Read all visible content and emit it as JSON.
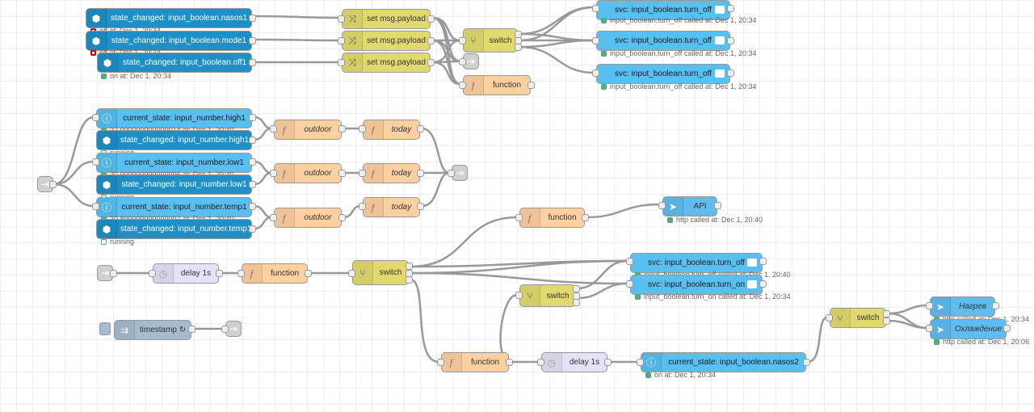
{
  "colors": {
    "ha_event": "#1f8fc7",
    "ha_state": "#57c0f0",
    "change_switch": "#e2d96e",
    "function": "#fdd0a2",
    "delay": "#e6e0f8",
    "link": "#dddddd",
    "inject": "#a6bbcf",
    "http": "#5ebdee",
    "status_green": "#55aa88",
    "status_red": "#cc0000"
  },
  "nodes": {
    "ev_nasos1": "state_changed: input_boolean.nasos1",
    "ev_mode1": "state_changed: input_boolean.mode1",
    "ev_off1": "state_changed: input_boolean.off1",
    "set1": "set msg.payload",
    "set2": "set msg.payload",
    "set3": "set msg.payload",
    "switch1": "switch",
    "function1": "function",
    "svc_off1": "svc: input_boolean.turn_off",
    "svc_off2": "svc: input_boolean.turn_off",
    "svc_off3": "svc: input_boolean.turn_off",
    "cs_high1": "current_state: input_number.high1",
    "ev_high1": "state_changed: input_number.high1",
    "cs_low1": "current_state: input_number.low1",
    "ev_low1": "state_changed: input_number.low1",
    "cs_temp1": "current_state: input_number.temp1",
    "ev_temp1": "state_changed: input_number.temp1",
    "outdoor1": "outdoor",
    "outdoor2": "outdoor",
    "outdoor3": "outdoor",
    "today1": "today",
    "today2": "today",
    "today3": "today",
    "function_api": "function",
    "api": "API",
    "delay1": "delay 1s",
    "function2": "function",
    "switch2": "switch",
    "switch3": "switch",
    "svc_off4": "svc: input_boolean.turn_off",
    "svc_on1": "svc: input_boolean.turn_on",
    "timestamp": "timestamp ↻",
    "function3": "function",
    "delay2": "delay 1s",
    "cs_nasos2": "current_state: input_boolean.nasos2",
    "switch4": "switch",
    "nagrev": "Нагрев",
    "ohlazhdenie": "Охлаждение"
  },
  "statuses": {
    "ev_nasos1": "off at: Dec 1, 20:34",
    "ev_mode1": "off at: Dec 1, 20:34",
    "ev_off1": "on at: Dec 1, 20:34",
    "svc_off1": "input_boolean.turn_off called at: Dec 1, 20:34",
    "svc_off2": "input_boolean.turn_off called at: Dec 1, 20:34",
    "svc_off3": "input_boolean.turn_off called at: Dec 1, 20:34",
    "cs_high1": "32.000000000000014 at: Dec 1, 20:40",
    "ev_high1": "running",
    "cs_low1": "30.999999999999996 at: Dec 1, 20:40",
    "ev_low1": "running",
    "cs_temp1": "30.899999999999997 at: Dec 1, 20:40",
    "ev_temp1": "running",
    "api": "http called at: Dec 1, 20:40",
    "svc_off4": "input_boolean.turn_off called at: Dec 1, 20:40",
    "svc_on1": "input_boolean.turn_on called at: Dec 1, 20:34",
    "cs_nasos2": "on at: Dec 1, 20:34",
    "nagrev": "http called at: Dec 1, 20:34",
    "ohlazhdenie": "http called at: Dec 1, 20:06"
  }
}
